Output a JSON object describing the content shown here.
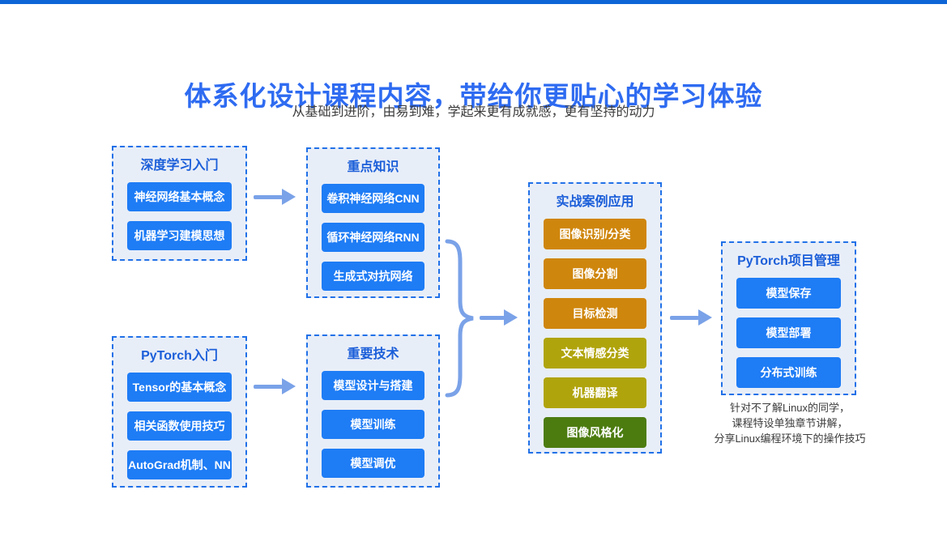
{
  "header": {
    "title": "体系化设计课程内容，带给你更贴心的学习体验",
    "subtitle": "从基础到进阶，由易到难，学起来更有成就感，更有坚持的动力"
  },
  "colors": {
    "top_bar": "#0d65d6",
    "heading": "#2e6bf1",
    "subtitle_text": "#3c3c3c",
    "box_border": "#2171e8",
    "box_bg": "#e8eef8",
    "box_title": "#1b5ed9",
    "button_blue": "#1e7cf5",
    "case_orange": "#cf860d",
    "case_olive": "#b0a40d",
    "case_green": "#4c7c10",
    "arrow": "#7aa2e8"
  },
  "groups": [
    {
      "title": "深度学习入门",
      "items": [
        {
          "label": "神经网络基本概念",
          "bg": "#1e7cf5"
        },
        {
          "label": "机器学习建模思想",
          "bg": "#1e7cf5"
        }
      ]
    },
    {
      "title": "PyTorch入门",
      "items": [
        {
          "label": "Tensor的基本概念",
          "bg": "#1e7cf5"
        },
        {
          "label": "相关函数使用技巧",
          "bg": "#1e7cf5"
        },
        {
          "label": "AutoGrad机制、NN库",
          "bg": "#1e7cf5"
        }
      ]
    },
    {
      "title": "重点知识",
      "items": [
        {
          "label": "卷积神经网络CNN",
          "bg": "#1e7cf5"
        },
        {
          "label": "循环神经网络RNN",
          "bg": "#1e7cf5"
        },
        {
          "label": "生成式对抗网络GAN",
          "bg": "#1e7cf5"
        }
      ]
    },
    {
      "title": "重要技术",
      "items": [
        {
          "label": "模型设计与搭建",
          "bg": "#1e7cf5"
        },
        {
          "label": "模型训练",
          "bg": "#1e7cf5"
        },
        {
          "label": "模型调优",
          "bg": "#1e7cf5"
        }
      ]
    },
    {
      "title": "实战案例应用",
      "items": [
        {
          "label": "图像识别/分类",
          "bg": "#cf860d"
        },
        {
          "label": "图像分割",
          "bg": "#cf860d"
        },
        {
          "label": "目标检测",
          "bg": "#cf860d"
        },
        {
          "label": "文本情感分类",
          "bg": "#b0a40d"
        },
        {
          "label": "机器翻译",
          "bg": "#b0a40d"
        },
        {
          "label": "图像风格化",
          "bg": "#4c7c10"
        }
      ]
    },
    {
      "title": "PyTorch项目管理",
      "items": [
        {
          "label": "模型保存",
          "bg": "#1e7cf5"
        },
        {
          "label": "模型部署",
          "bg": "#1e7cf5"
        },
        {
          "label": "分布式训练",
          "bg": "#1e7cf5"
        }
      ]
    }
  ],
  "note": {
    "lines": [
      "针对不了解Linux的同学，",
      "课程特设单独章节讲解，",
      "分享Linux编程环境下的操作技巧"
    ]
  }
}
